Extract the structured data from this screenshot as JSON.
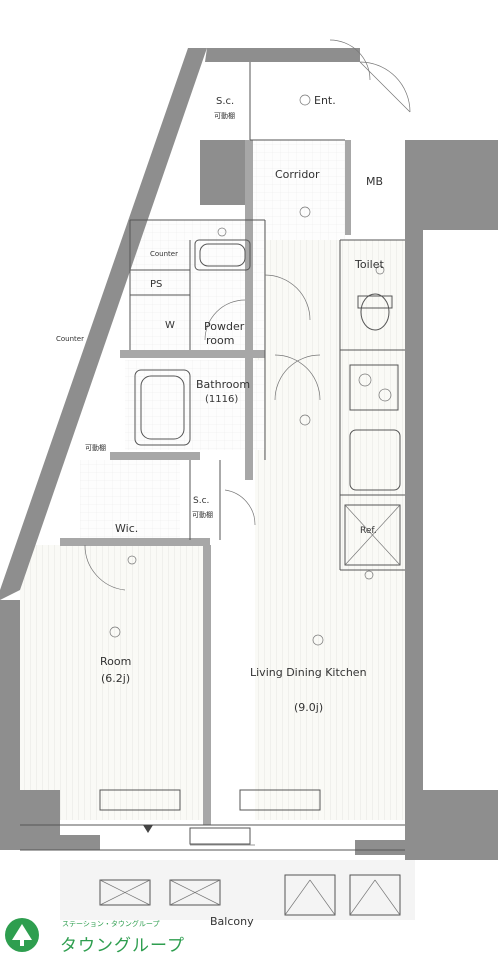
{
  "rooms": {
    "sc_top": "S.c.",
    "sc_top_sub": "可動棚",
    "ent": "Ent.",
    "corridor": "Corridor",
    "mb": "MB",
    "counter_top": "Counter",
    "toilet": "Toilet",
    "ps": "PS",
    "w": "W",
    "powder": "Powder",
    "powder2": "room",
    "counter_left": "Counter",
    "bathroom": "Bathroom",
    "bathroom_size": "(1116)",
    "shelf_left": "可動棚",
    "wic": "Wic.",
    "sc_mid": "S.c.",
    "sc_mid_sub": "可動棚",
    "ref": "Ref.",
    "room": "Room",
    "room_size": "(6.2j)",
    "ldk": "Living Dining Kitchen",
    "ldk_size": "(9.0j)",
    "balcony": "Balcony"
  },
  "logo": {
    "name": "タウングループ",
    "sub": "ステーション・タウングループ"
  },
  "colors": {
    "wall": "#8e8e8e",
    "logo_green": "#2e9e4f"
  }
}
